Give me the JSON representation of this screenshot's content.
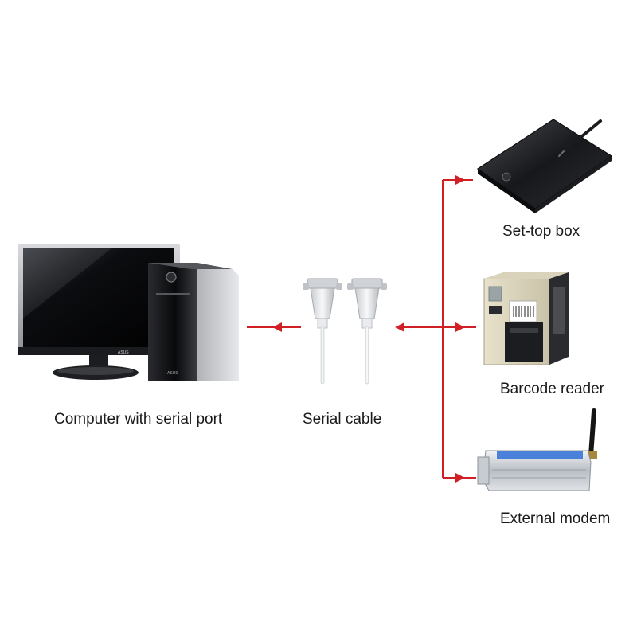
{
  "diagram": {
    "nodes": {
      "computer": {
        "label": "Computer with serial port",
        "brand": "ASUS",
        "icon": "desktop-computer-icon"
      },
      "cable": {
        "label": "Serial cable",
        "icon": "serial-cable-icon"
      },
      "settop": {
        "label": "Set-top box",
        "icon": "graphics-tablet-icon"
      },
      "barcode": {
        "label": "Barcode reader",
        "icon": "label-printer-icon"
      },
      "modem": {
        "label": "External modem",
        "icon": "gsm-modem-icon"
      }
    },
    "edges": [
      {
        "from": "cable",
        "to": "computer"
      },
      {
        "from": "bus",
        "to": "cable"
      },
      {
        "from": "bus",
        "to": "settop"
      },
      {
        "from": "bus",
        "to": "barcode"
      },
      {
        "from": "bus",
        "to": "modem"
      }
    ],
    "colors": {
      "arrow": "#d11f26",
      "text": "#1a1a1a"
    }
  }
}
